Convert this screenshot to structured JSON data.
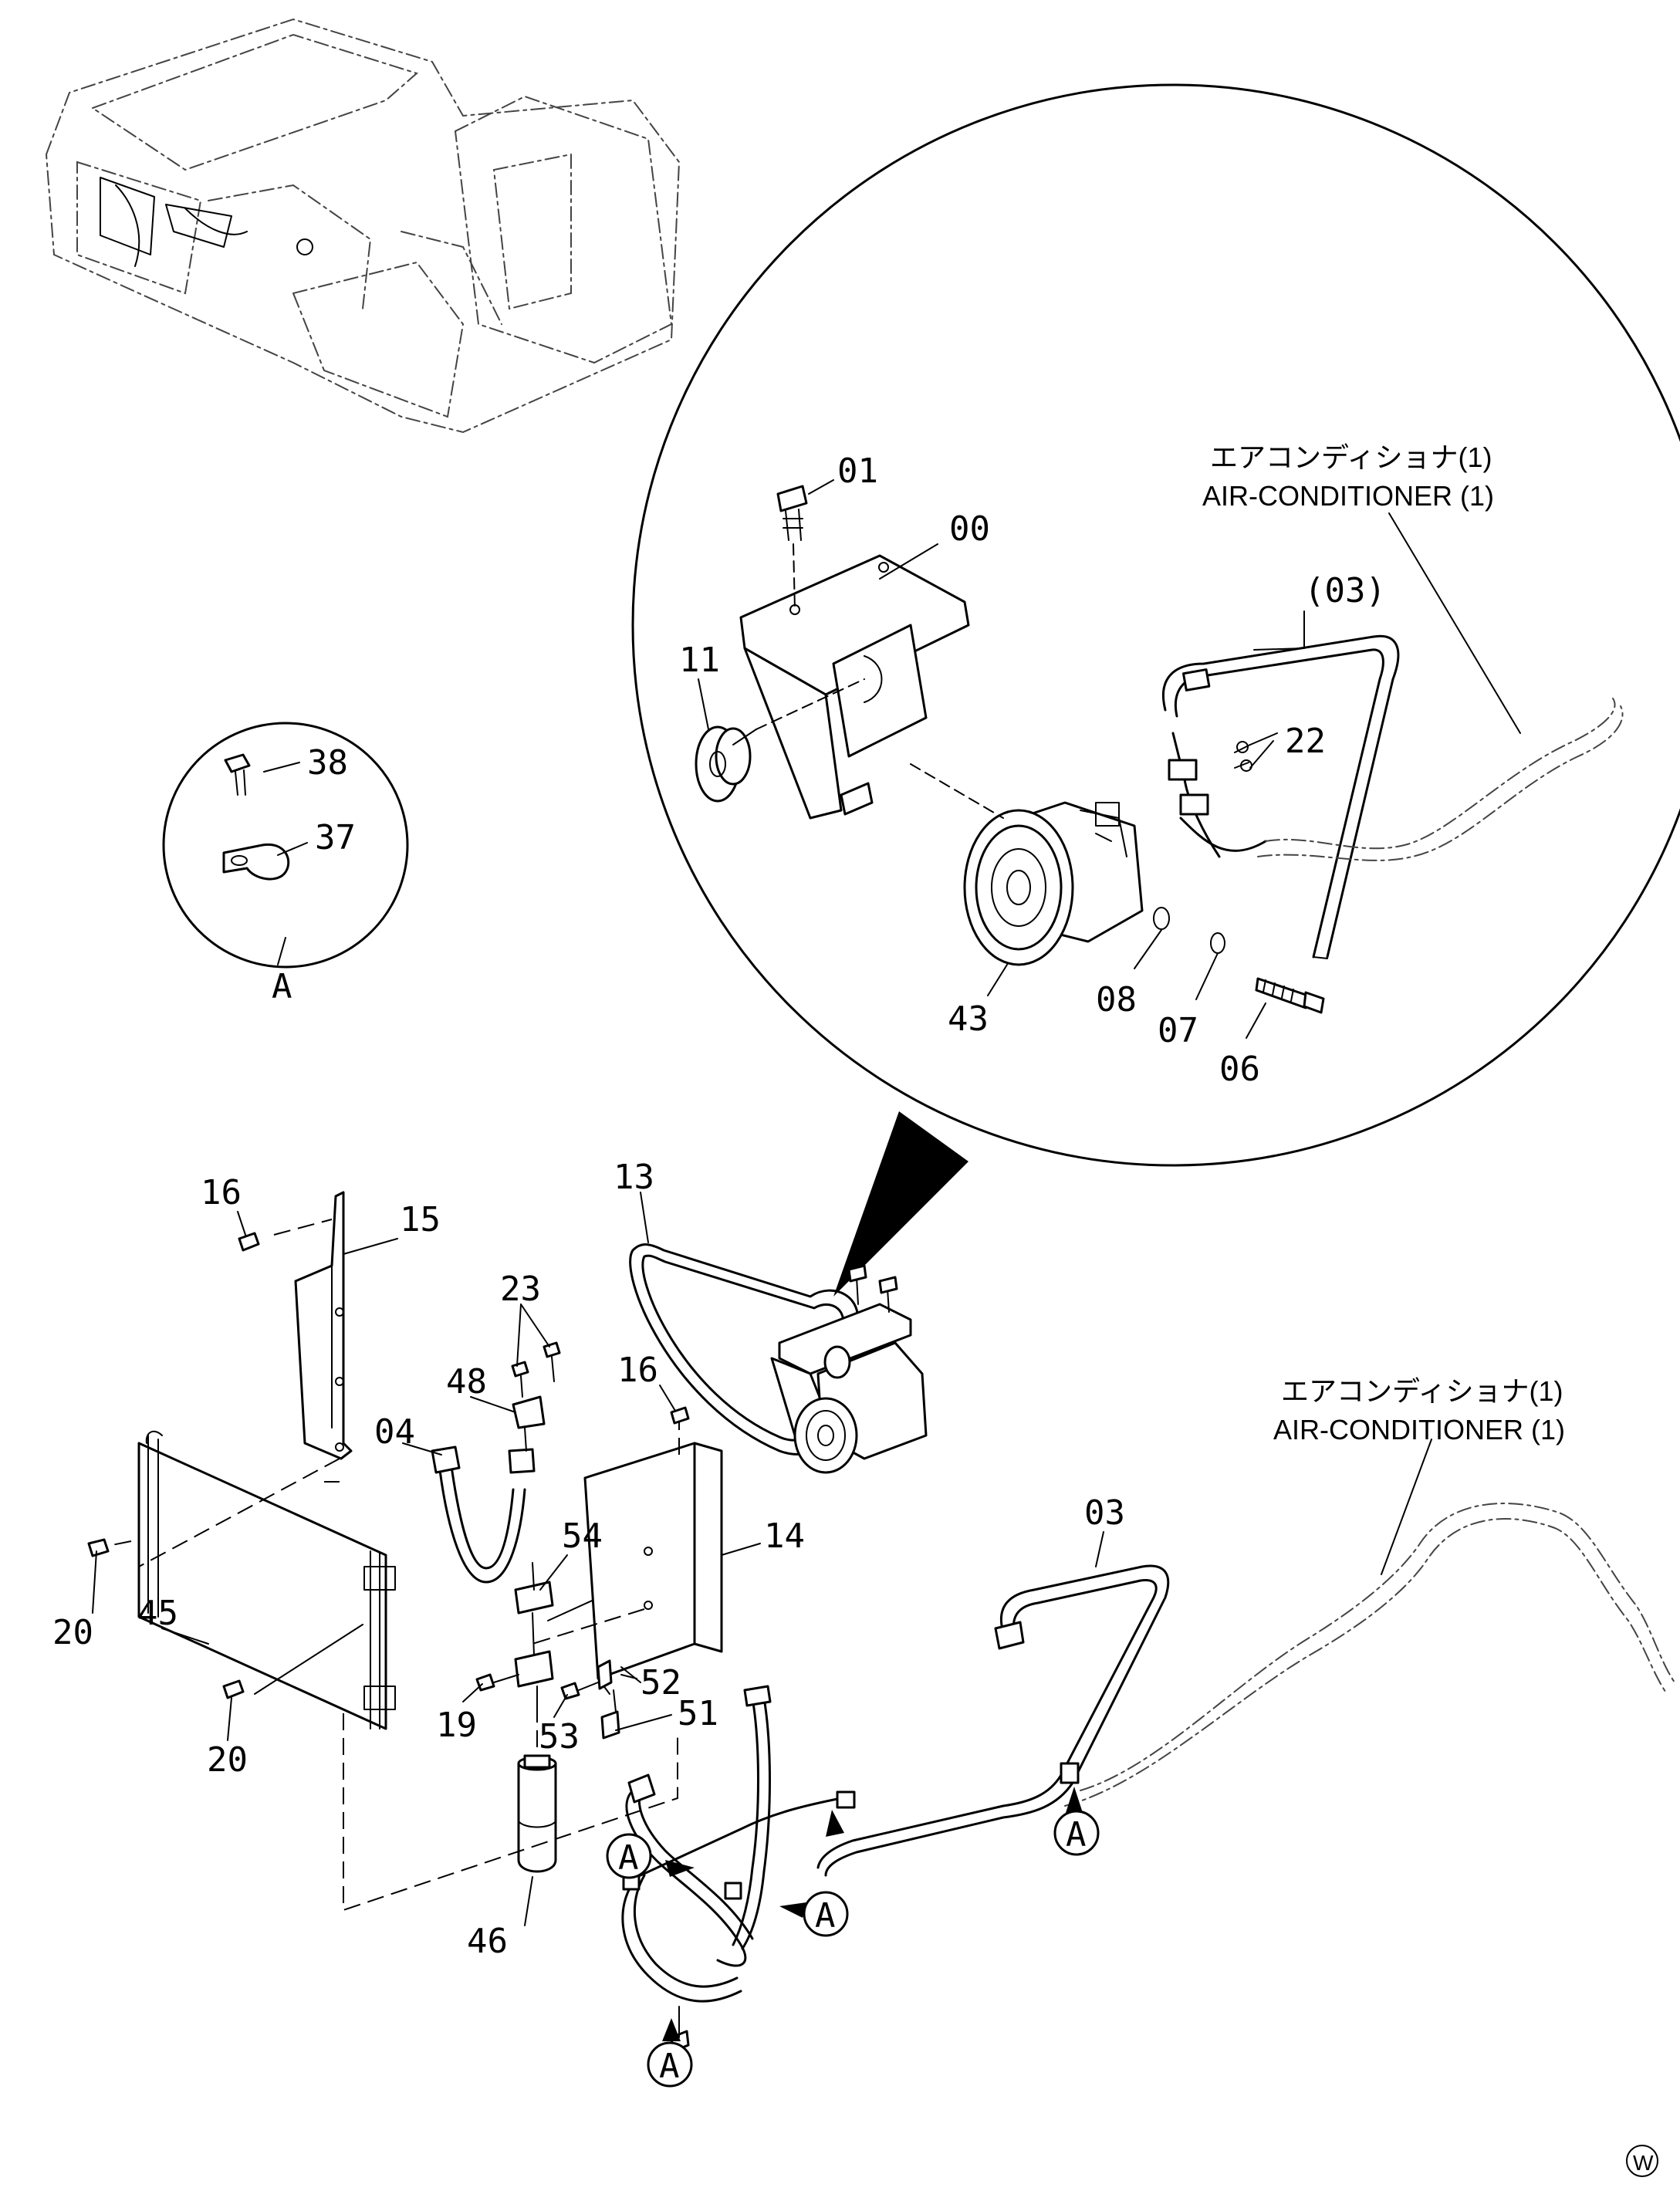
{
  "diagram": {
    "callouts": {
      "p01": "01",
      "p00": "00",
      "p03_ref": "(03)",
      "p11": "11",
      "p22": "22",
      "p43": "43",
      "p08": "08",
      "p07": "07",
      "p06": "06",
      "p38": "38",
      "p37": "37",
      "p16_a": "16",
      "p15": "15",
      "p13": "13",
      "p23": "23",
      "p48": "48",
      "p04": "04",
      "p16_b": "16",
      "p54": "54",
      "p14": "14",
      "p20_a": "20",
      "p45": "45",
      "p20_b": "20",
      "p19": "19",
      "p53": "53",
      "p52": "52",
      "p51": "51",
      "p46": "46",
      "p03": "03"
    },
    "section_letter": "A",
    "ref_upper": {
      "jp": "エアコンディショナ(1)",
      "en": "AIR-CONDITIONER (1)"
    },
    "ref_lower": {
      "jp": "エアコンディショナ(1)",
      "en": "AIR-CONDITIONER (1)"
    },
    "corner_mark": "W"
  }
}
